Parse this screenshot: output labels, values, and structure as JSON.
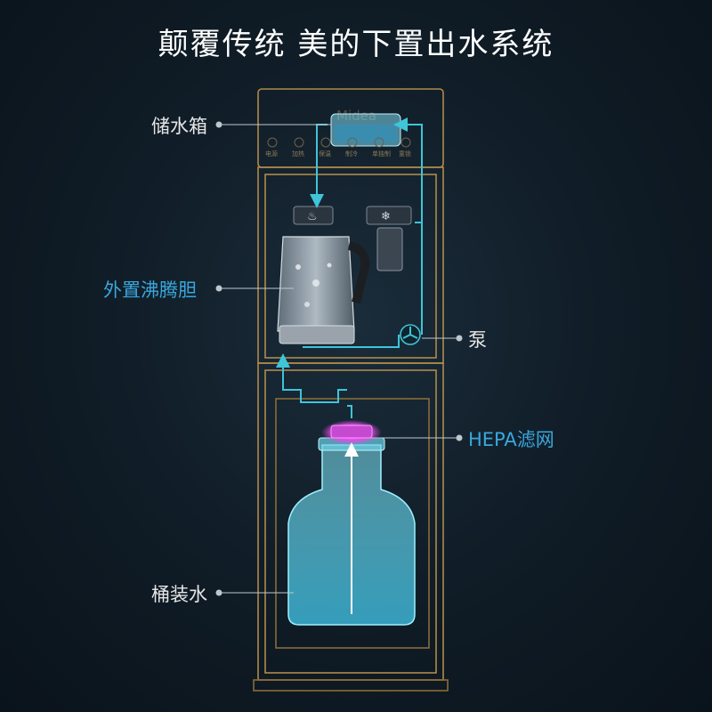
{
  "title": "颠覆传统  美的下置出水系统",
  "logo_text": "Midea",
  "labels": {
    "tank": "储水箱",
    "kettle": "外置沸腾胆",
    "pump": "泵",
    "filter": "HEPA滤网",
    "bottle": "桶装水"
  },
  "panel_buttons": [
    "电源",
    "加热",
    "保温",
    "制冷",
    "单独制",
    "童锁"
  ],
  "colors": {
    "background": "#0f1b25",
    "frame": "#b08a4a",
    "flow": "#3fc4d8",
    "label_accent": "#39a7dd",
    "filter_glow": "#e34be8"
  },
  "icons": [
    "hot-water-icon",
    "snowflake-icon",
    "fan-pump-icon",
    "flow-arrow-icon"
  ]
}
